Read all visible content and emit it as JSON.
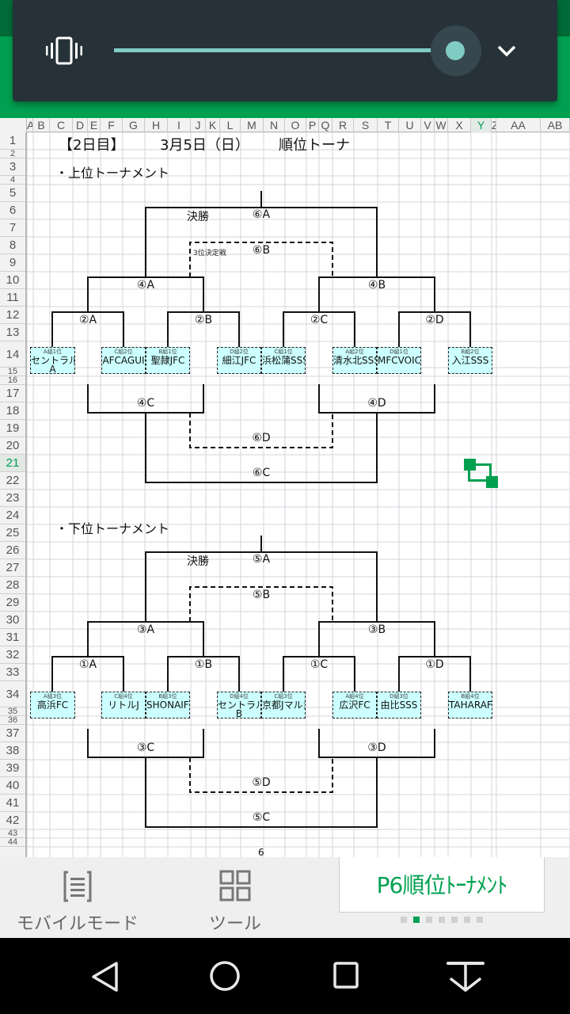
{
  "volume_overlay": {
    "icon": "vibrate-icon",
    "level_percent": 100,
    "expand_icon": "chevron-down-icon"
  },
  "sheet": {
    "columns": [
      "A",
      "B",
      "C",
      "D",
      "E",
      "F",
      "G",
      "H",
      "I",
      "J",
      "K",
      "L",
      "M",
      "N",
      "O",
      "P",
      "Q",
      "R",
      "S",
      "T",
      "U",
      "V",
      "W",
      "X",
      "Y",
      "Z",
      "AA",
      "AB"
    ],
    "selected_column": "Y",
    "rows": [
      "1",
      "2",
      "3",
      "4",
      "5",
      "6",
      "7",
      "8",
      "9",
      "10",
      "11",
      "12",
      "13",
      "14",
      "15",
      "16",
      "17",
      "18",
      "19",
      "20",
      "21",
      "22",
      "23",
      "24",
      "25",
      "26",
      "27",
      "28",
      "29",
      "30",
      "31",
      "32",
      "33",
      "34",
      "35",
      "36",
      "37",
      "38",
      "39",
      "40",
      "41",
      "42",
      "43",
      "44"
    ],
    "selected_row": "21",
    "title_day": "【2日目】",
    "title_date": "3月5日（日）",
    "title_name": "順位トーナ",
    "page_number": "6"
  },
  "upper_tournament": {
    "heading": "・上位トーナメント",
    "final_label": "決勝",
    "final_match": "⑥A",
    "third_place_label": "3位決定戦",
    "third_place_match": "⑥B",
    "semi_matches": [
      "④A",
      "④B"
    ],
    "quarter_matches": [
      "②A",
      "②B",
      "②C",
      "②D"
    ],
    "lower_semi_matches": [
      "④C",
      "④D"
    ],
    "lower_final_dashed": "⑥D",
    "lower_final": "⑥C",
    "teams": [
      {
        "seed": "A組1位",
        "name": "セントラル",
        "name2": "A"
      },
      {
        "seed": "C組2位",
        "name": "AFCAGUI",
        "name2": ""
      },
      {
        "seed": "B組1位",
        "name": "聖隷JFC",
        "name2": ""
      },
      {
        "seed": "D組2位",
        "name": "細江JFC",
        "name2": ""
      },
      {
        "seed": "C組1位",
        "name": "浜松蒲SSS",
        "name2": ""
      },
      {
        "seed": "A組2位",
        "name": "清水北SSS",
        "name2": ""
      },
      {
        "seed": "D組1位",
        "name": "MFCVOICE",
        "name2": ""
      },
      {
        "seed": "B組2位",
        "name": "入江SSS",
        "name2": ""
      }
    ]
  },
  "lower_tournament": {
    "heading": "・下位トーナメント",
    "final_label": "決勝",
    "final_match": "⑤A",
    "third_place_match": "⑤B",
    "semi_matches": [
      "③A",
      "③B"
    ],
    "quarter_matches": [
      "①A",
      "①B",
      "①C",
      "①D"
    ],
    "lower_semi_matches": [
      "③C",
      "③D"
    ],
    "lower_final_dashed": "⑤D",
    "lower_final": "⑤C",
    "teams": [
      {
        "seed": "A組3位",
        "name": "高浜FC",
        "name2": ""
      },
      {
        "seed": "C組4位",
        "name": "リトルJ",
        "name2": ""
      },
      {
        "seed": "B組3位",
        "name": "SHONAIFC",
        "name2": ""
      },
      {
        "seed": "D組4位",
        "name": "セントラル",
        "name2": "B"
      },
      {
        "seed": "C組3位",
        "name": "京都Jマルカ",
        "name2": ""
      },
      {
        "seed": "A組4位",
        "name": "広沢FC",
        "name2": ""
      },
      {
        "seed": "D組3位",
        "name": "由比SSS",
        "name2": ""
      },
      {
        "seed": "B組4位",
        "name": "TAHARAFC",
        "name2": ""
      }
    ]
  },
  "bottom_bar": {
    "mobile_mode_label": "モバイルモード",
    "tools_label": "ツール",
    "active_sheet_tab": "P6順位ﾄｰﾅﾒﾝﾄ",
    "sheet_count": 7,
    "active_sheet_index": 1
  },
  "nav_bar": {
    "back": "back-icon",
    "home": "home-icon",
    "recents": "recents-icon",
    "hide": "hide-keyboard-icon"
  }
}
